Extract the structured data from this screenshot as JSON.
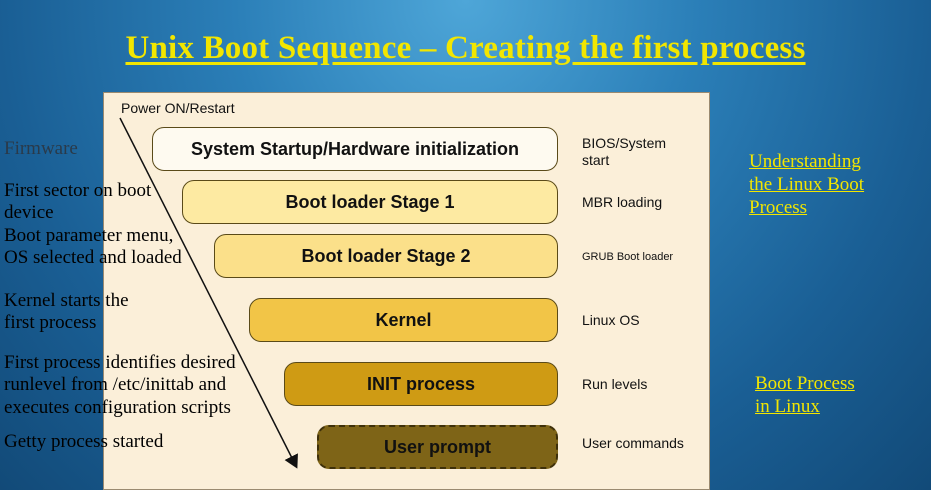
{
  "title": "Unix Boot Sequence – Creating the first process",
  "diagram": {
    "start_label": "Power ON/Restart",
    "stages": [
      {
        "label": "System Startup/Hardware initialization",
        "side": "BIOS/System start"
      },
      {
        "label": "Boot loader Stage 1",
        "side": "MBR loading"
      },
      {
        "label": "Boot loader Stage 2",
        "side": "GRUB Boot loader"
      },
      {
        "label": "Kernel",
        "side": "Linux OS"
      },
      {
        "label": "INIT process",
        "side": "Run levels"
      },
      {
        "label": "User prompt",
        "side": "User commands"
      }
    ]
  },
  "annotations": {
    "firmware": "Firmware",
    "first_sector_1": "First sector on boot",
    "first_sector_2": "device",
    "boot_param_1": "Boot parameter menu,",
    "boot_param_2": "OS selected and loaded",
    "kernel_1": "Kernel starts the",
    "kernel_2": "first process",
    "first_process_1": "First process identifies desired",
    "first_process_2": "runlevel from /etc/inittab and",
    "first_process_3": "executes configuration scripts",
    "getty": "Getty process started"
  },
  "links": {
    "understanding_1": "Understanding",
    "understanding_2": "the Linux Boot",
    "understanding_3": "Process",
    "boot_process_1": "Boot Process",
    "boot_process_2": "in Linux"
  },
  "colors": {
    "title": "#f2e600",
    "link": "#f2e600",
    "panel_bg": "#fbefd9"
  }
}
